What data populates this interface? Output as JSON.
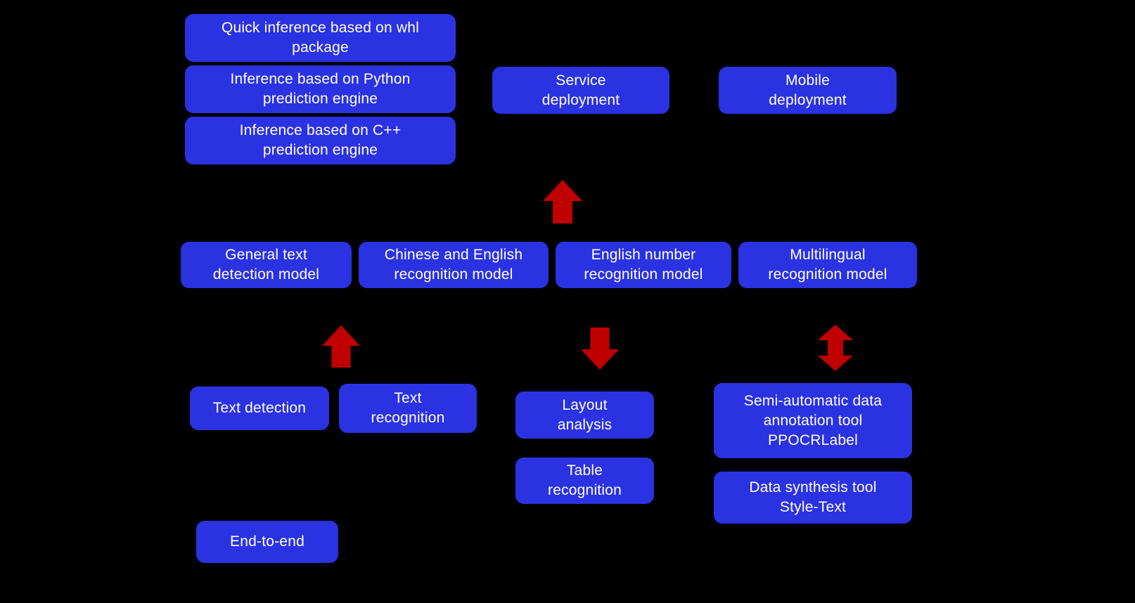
{
  "diagram_title": "",
  "colors": {
    "background": "#000000",
    "node_fill": "#2B32E2",
    "node_text": "#FFFFFF",
    "arrow_red": "#C00000"
  },
  "nodes": {
    "quick_inference": {
      "label": "Quick inference based on whl\npackage"
    },
    "python_inference": {
      "label": "Inference based on Python\nprediction engine"
    },
    "cpp_inference": {
      "label": "Inference based on C++\nprediction engine"
    },
    "service_deployment": {
      "label": "Service\ndeployment"
    },
    "mobile_deployment": {
      "label": "Mobile\ndeployment"
    },
    "general_text_detection": {
      "label": "General text\ndetection model"
    },
    "chinese_english_recognition": {
      "label": "Chinese and English\nrecognition model"
    },
    "english_number_recognition": {
      "label": "English number\nrecognition model"
    },
    "multilingual_recognition": {
      "label": "Multilingual\nrecognition model"
    },
    "text_detection": {
      "label": "Text detection"
    },
    "text_recognition": {
      "label": "Text\nrecognition"
    },
    "layout_analysis": {
      "label": "Layout\nanalysis"
    },
    "table_recognition": {
      "label": "Table\nrecognition"
    },
    "ppocrlabel": {
      "label": "Semi-automatic data\nannotation tool\nPPOCRLabel"
    },
    "style_text": {
      "label": "Data synthesis tool\nStyle-Text"
    },
    "end_to_end": {
      "label": "End-to-end"
    }
  },
  "arrows": [
    {
      "name": "service-deployment-up-arrow",
      "direction": "up"
    },
    {
      "name": "detection-models-up-arrow",
      "direction": "up"
    },
    {
      "name": "layout-analysis-down-arrow",
      "direction": "down"
    },
    {
      "name": "annotation-tools-updown-arrow",
      "direction": "up-down"
    }
  ]
}
